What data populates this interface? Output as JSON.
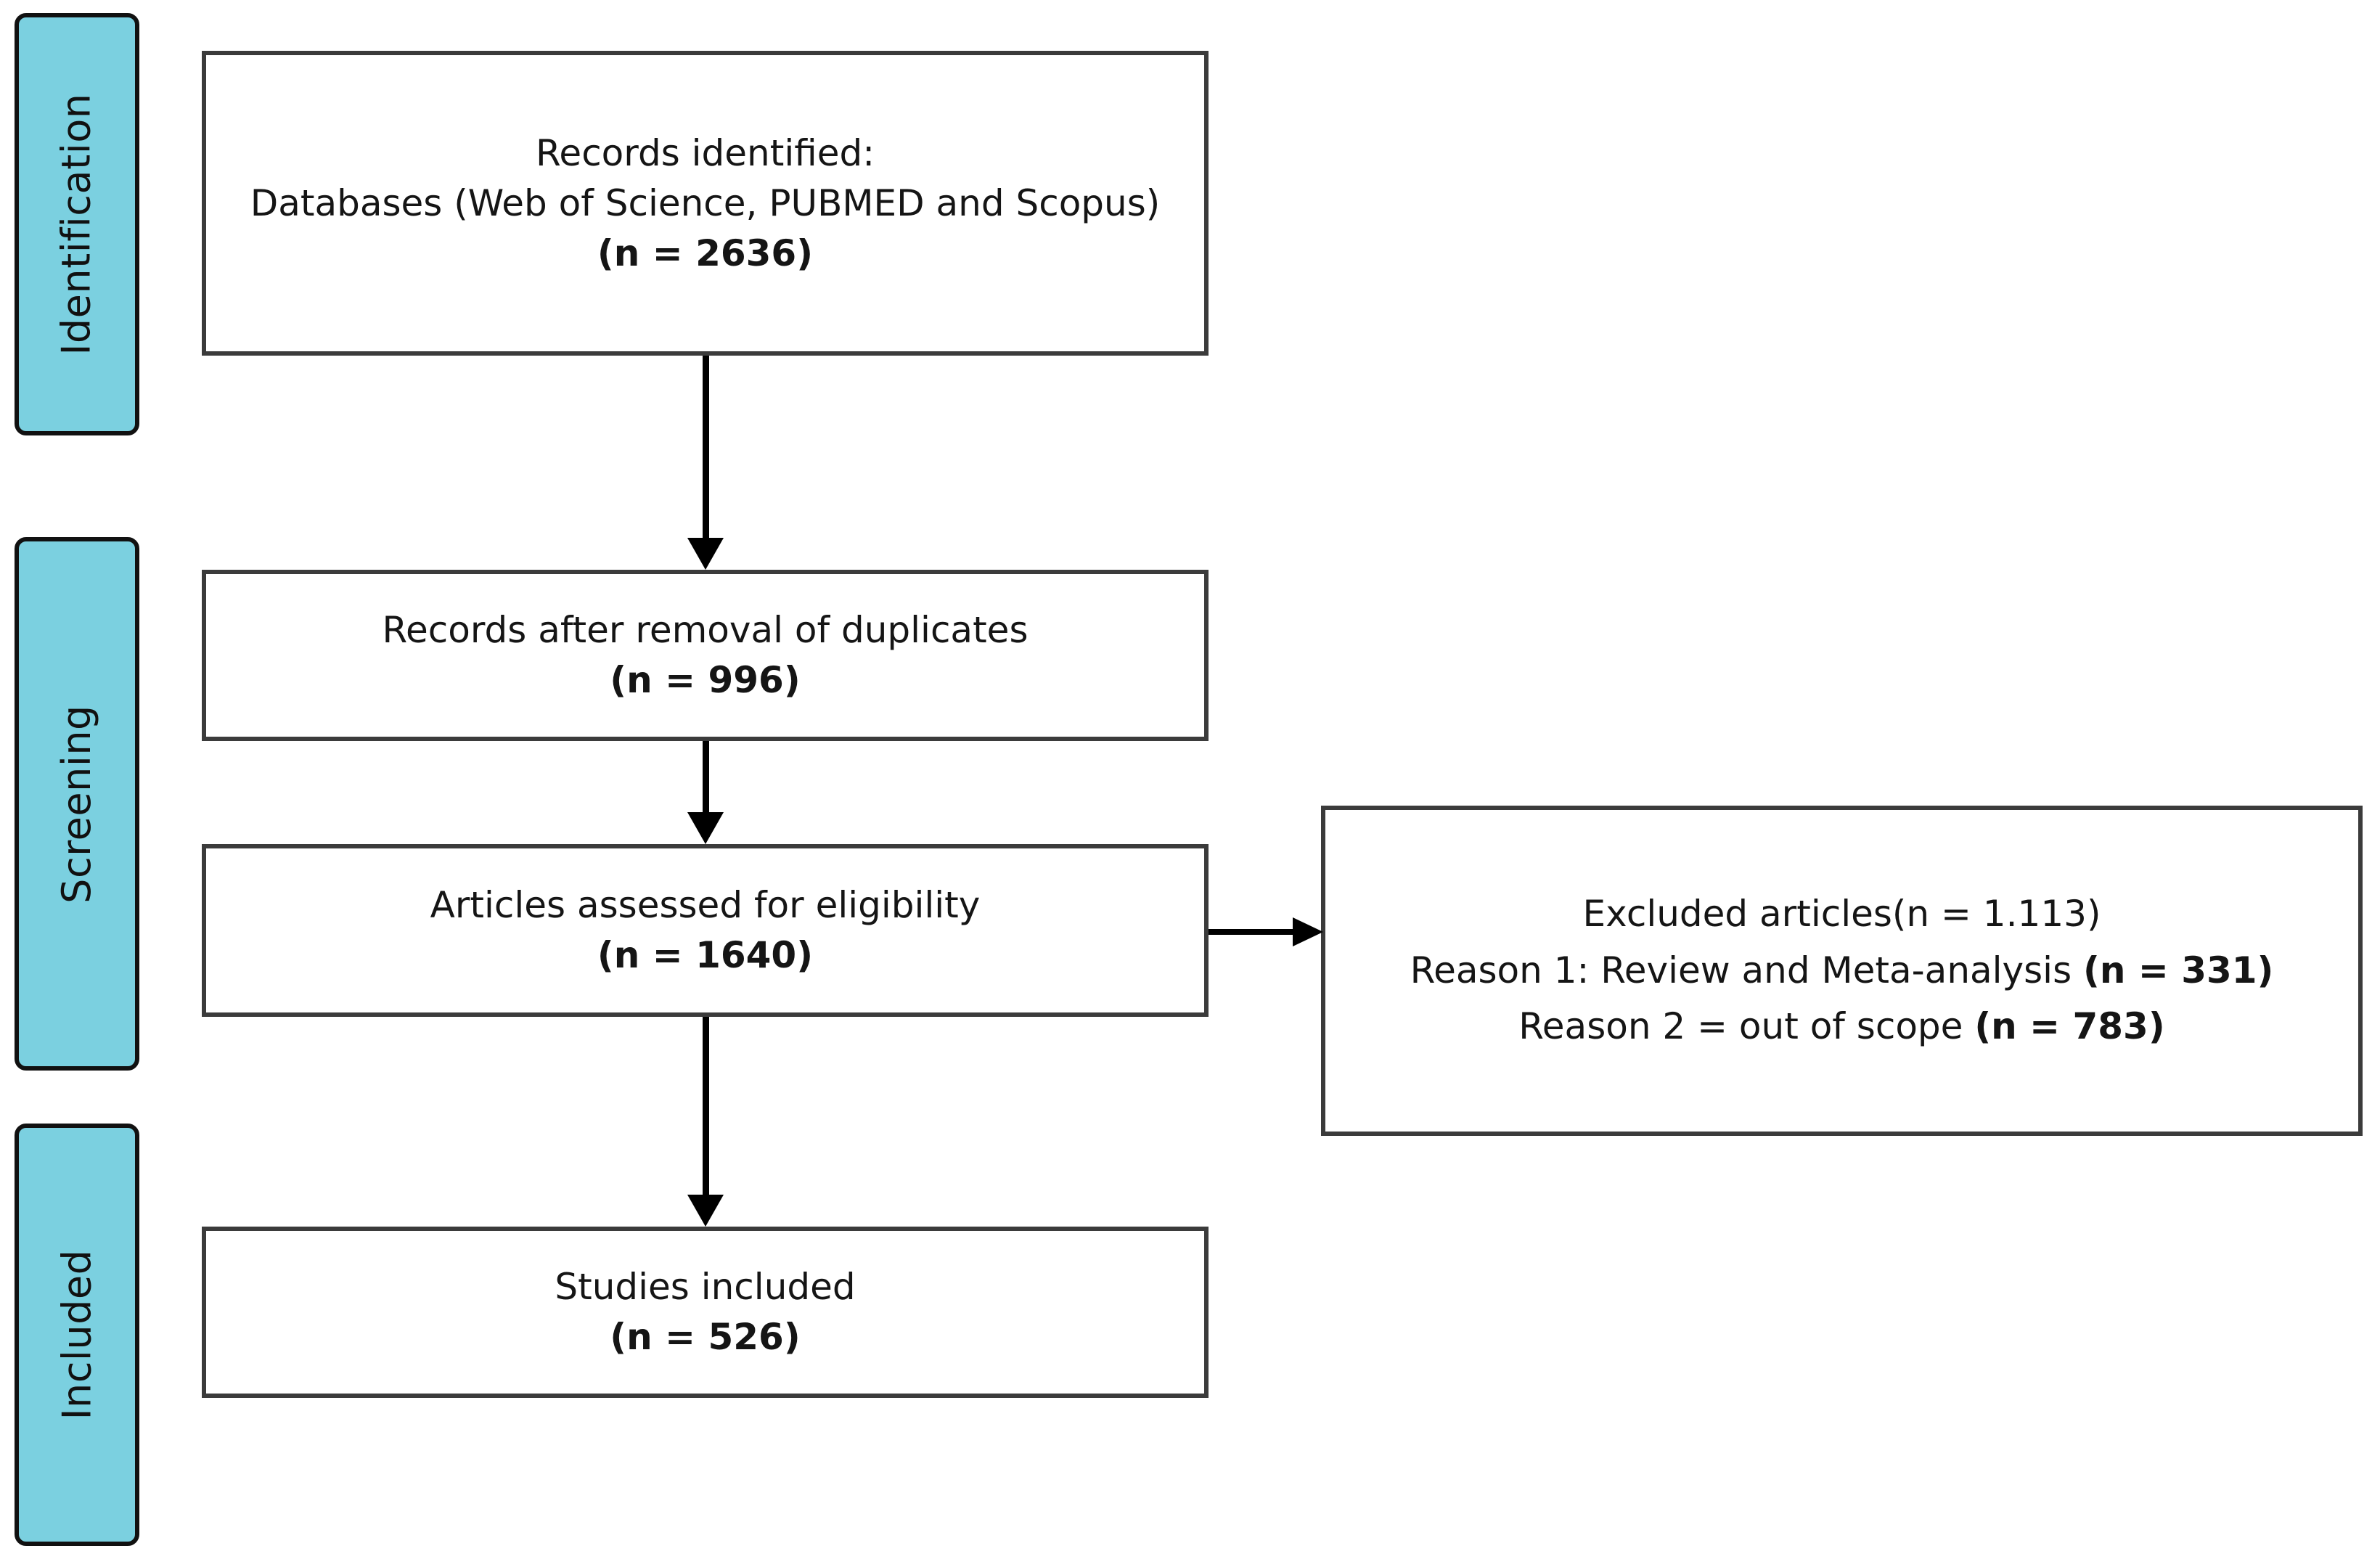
{
  "diagram": {
    "type": "prisma-flow-diagram",
    "accent_color": "#7BD0E0",
    "border_color": "#3b3b3b",
    "arrow_color": "#000000",
    "background_color": "#ffffff"
  },
  "stages": [
    {
      "id": "identification",
      "label": "Identification"
    },
    {
      "id": "screening",
      "label": "Screening"
    },
    {
      "id": "included",
      "label": "Included"
    }
  ],
  "boxes": {
    "identified": {
      "line1": "Records identified:",
      "line2": "Databases (Web of Science, PUBMED and Scopus)",
      "count": "(n = 2636)"
    },
    "duplicates": {
      "line1": "Records after removal of duplicates",
      "count_open": "(n = ",
      "count_value": "996",
      "count_close": ")"
    },
    "eligibility": {
      "line1": "Articles assessed for eligibility",
      "count": "(n = 1640)"
    },
    "excluded": {
      "line1": "Excluded articles(n = 1.113)",
      "reason1_text": "Reason 1: Review and Meta-analysis ",
      "reason1_count": "(n = 331)",
      "reason2_text": "Reason 2 = out of scope ",
      "reason2_count": "(n = 783)"
    },
    "included": {
      "line1": "Studies included",
      "count": "(n = 526)"
    }
  },
  "arrows": [
    {
      "id": "identified-to-duplicates",
      "direction": "down"
    },
    {
      "id": "duplicates-to-eligibility",
      "direction": "down"
    },
    {
      "id": "eligibility-to-included",
      "direction": "down"
    },
    {
      "id": "eligibility-to-excluded",
      "direction": "right"
    }
  ]
}
